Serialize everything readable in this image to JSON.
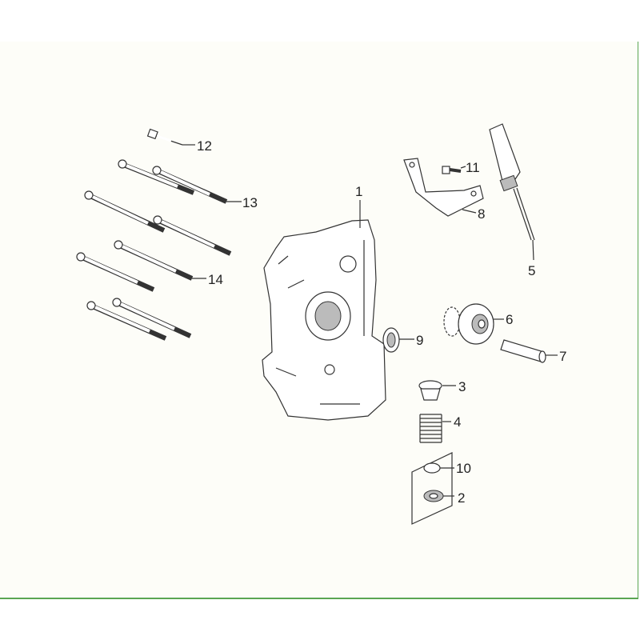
{
  "diagram": {
    "title": "Right crankcase exploded parts diagram",
    "callouts": [
      {
        "id": "1",
        "label": "1"
      },
      {
        "id": "2",
        "label": "2"
      },
      {
        "id": "3",
        "label": "3"
      },
      {
        "id": "4",
        "label": "4"
      },
      {
        "id": "5",
        "label": "5"
      },
      {
        "id": "6",
        "label": "6"
      },
      {
        "id": "7",
        "label": "7"
      },
      {
        "id": "8",
        "label": "8"
      },
      {
        "id": "9",
        "label": "9"
      },
      {
        "id": "10",
        "label": "10"
      },
      {
        "id": "11",
        "label": "11"
      },
      {
        "id": "12",
        "label": "12"
      },
      {
        "id": "13",
        "label": "13"
      },
      {
        "id": "14",
        "label": "14"
      }
    ],
    "colors": {
      "background": "#fdfdf8",
      "border": "#5aa552",
      "line": "#333333"
    }
  }
}
